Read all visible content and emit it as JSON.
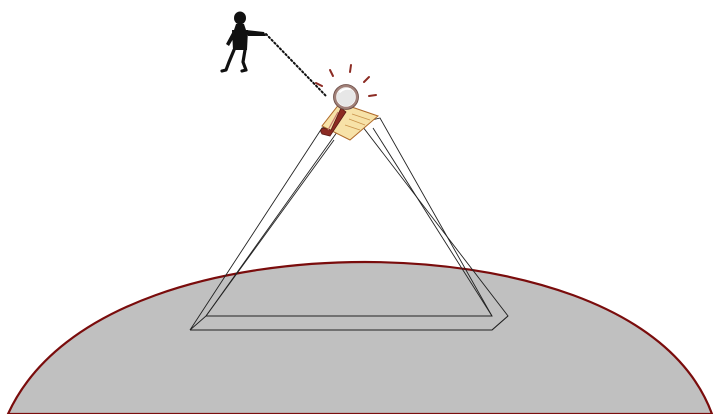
{
  "diagram": {
    "elements": [
      "ground-disk",
      "triangular-frame",
      "figure-person",
      "pointing-line",
      "magnifier-icon",
      "attention-marks"
    ]
  },
  "colors": {
    "ground_fill": "#c0c0c0",
    "ground_outline": "#7a0c0c",
    "frame_stroke": "#222222",
    "figure": "#111111",
    "magnifier_handle": "#8c2b23",
    "magnifier_lens": "#e7e7e7",
    "magnifier_rim": "#a08078",
    "note_paper": "#f7e2a8",
    "note_outline": "#b06a2a",
    "attention_marks": "#8c2b23"
  },
  "icons": {
    "person": "pointing-person-icon",
    "inspector": "magnifier-icon"
  }
}
